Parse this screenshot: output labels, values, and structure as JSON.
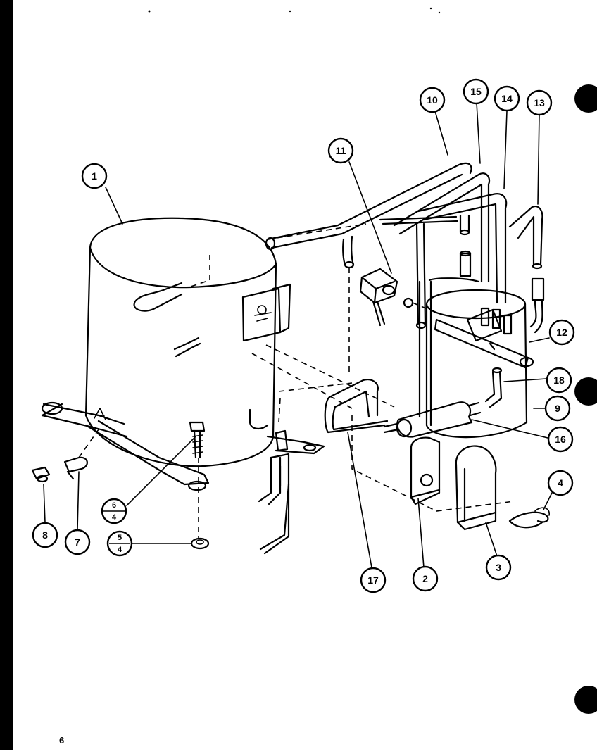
{
  "callouts": {
    "c1": "1",
    "c2": "2",
    "c3": "3",
    "c4": "4",
    "c7": "7",
    "c8": "8",
    "c9": "9",
    "c10": "10",
    "c11": "11",
    "c12": "12",
    "c13": "13",
    "c14": "14",
    "c15": "15",
    "c16": "16",
    "c17": "17",
    "c18": "18"
  },
  "fraction_callouts": {
    "f6": {
      "top": "6",
      "bottom": "4"
    },
    "f5": {
      "top": "5",
      "bottom": "4"
    }
  },
  "page_number": "6"
}
